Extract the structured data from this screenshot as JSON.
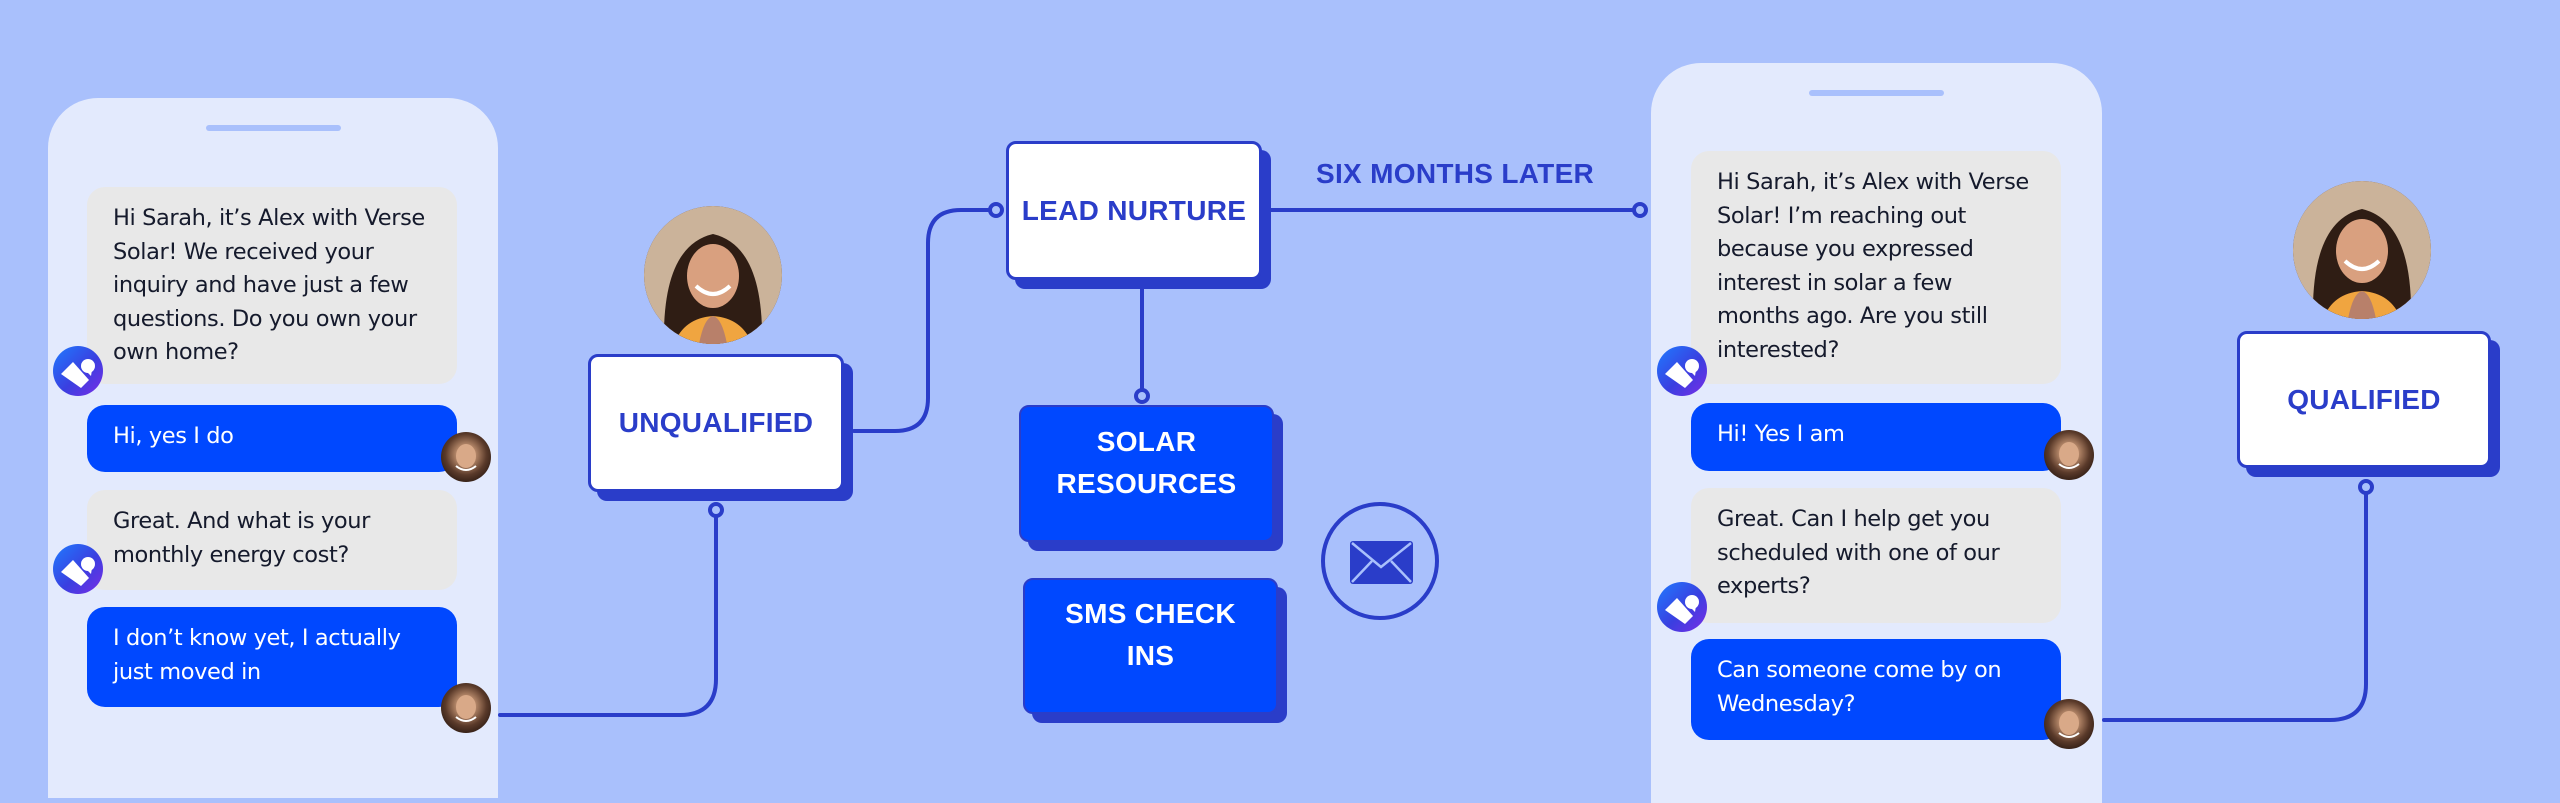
{
  "colors": {
    "background": "#a9c0fc",
    "phone": "#e3eafd",
    "bot_bubble": "#e8e8e8",
    "user_bubble": "#0048ff",
    "accent": "#2a3dc9",
    "node_white": "#ffffff"
  },
  "left_phone": {
    "messages": [
      {
        "sender": "bot",
        "text": "Hi Sarah, it’s Alex with Verse Solar! We received your inquiry and have just a few questions. Do you own your own home?"
      },
      {
        "sender": "user",
        "text": "Hi, yes I do"
      },
      {
        "sender": "bot",
        "text": "Great. And what is your monthly energy cost?"
      },
      {
        "sender": "user",
        "text": "I don’t know yet, I actually just moved in"
      }
    ]
  },
  "right_phone": {
    "messages": [
      {
        "sender": "bot",
        "text": "Hi Sarah, it’s Alex with Verse Solar! I’m reaching out because you expressed interest in solar a few months ago. Are you still interested?"
      },
      {
        "sender": "user",
        "text": "Hi! Yes I am"
      },
      {
        "sender": "bot",
        "text": "Great. Can I help get you scheduled with one of our experts?"
      },
      {
        "sender": "user",
        "text": "Can someone come by on Wednesday?"
      }
    ]
  },
  "flow": {
    "unqualified": "UNQUALIFIED",
    "lead_nurture": "LEAD NURTURE",
    "six_months_later": "SIX MONTHS LATER",
    "solar_resources": "SOLAR RESOURCES",
    "sms_check_ins": "SMS CHECK INS",
    "qualified": "QUALIFIED",
    "email_icon": "envelope-icon"
  },
  "icons": {
    "bot_logo": "verse-logo-icon",
    "user_avatar": "sarah-avatar",
    "email": "envelope-icon"
  }
}
